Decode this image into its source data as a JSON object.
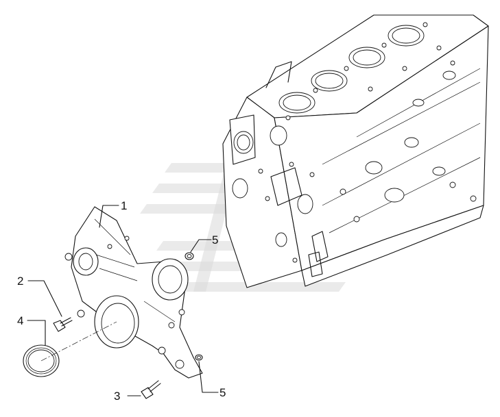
{
  "callouts": [
    {
      "id": "cover",
      "label": "1"
    },
    {
      "id": "bolt-upper",
      "label": "2"
    },
    {
      "id": "bolt-lower",
      "label": "3"
    },
    {
      "id": "seal-ring",
      "label": "4"
    },
    {
      "id": "dowel-upper",
      "label": "5"
    },
    {
      "id": "dowel-lower",
      "label": "5"
    }
  ]
}
